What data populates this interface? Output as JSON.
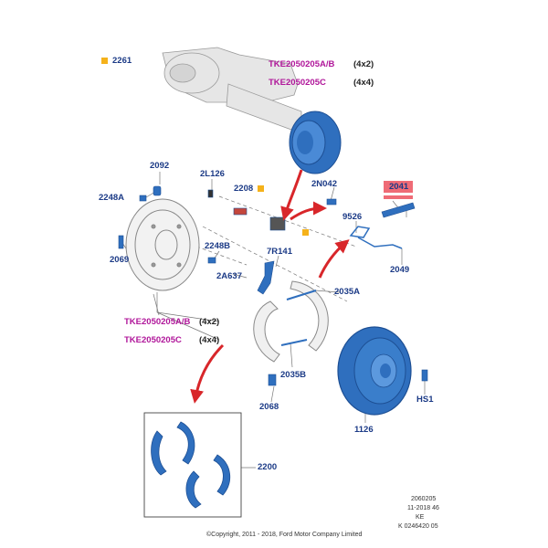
{
  "header": {
    "legend_code": "2261",
    "axle_links": [
      {
        "code": "TKE2050205A/B",
        "qty": "(4x2)"
      },
      {
        "code": "TKE2050205C",
        "qty": "(4x4)"
      }
    ]
  },
  "mid_links": [
    {
      "code": "TKE2050205A/B",
      "qty": "(4x2)"
    },
    {
      "code": "TKE2050205C",
      "qty": "(4x4)"
    }
  ],
  "parts": {
    "p2092": "2092",
    "p2L126": "2L126",
    "p2208": "2208",
    "p2N042": "2N042",
    "p2041": "2041",
    "p2248A": "2248A",
    "p9526": "9526",
    "p2069": "2069",
    "p2248B": "2248B",
    "p7R141": "7R141",
    "p2A637": "2A637",
    "p2049": "2049",
    "p2035A": "2035A",
    "p2035B": "2035B",
    "p2068": "2068",
    "pHS1": "HS1",
    "p1126": "1126",
    "p2200": "2200"
  },
  "footer": {
    "copyright": "©Copyright, 2011 - 2018, Ford Motor Company Limited",
    "ref_lines": [
      "2060205",
      "11-2018 46",
      "KE",
      "K 0246420 05"
    ]
  },
  "colors": {
    "part_blue": "#2f6fbe",
    "callout_blue": "#1b3a86",
    "link_magenta": "#b0169a",
    "highlight_orange": "#f5b21b",
    "arrow_red": "#d8262a",
    "tag_pink": "#ef6b76"
  }
}
